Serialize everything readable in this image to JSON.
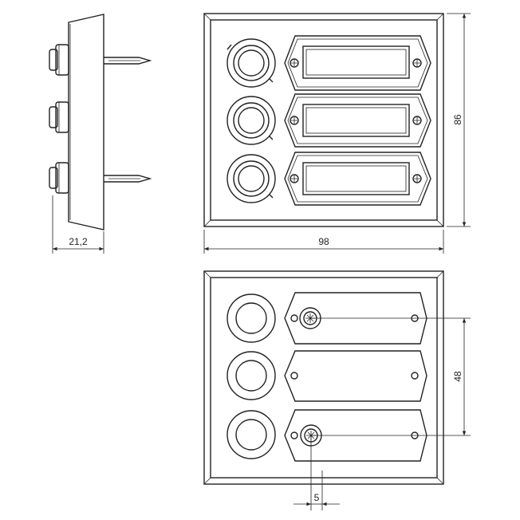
{
  "dimensions": {
    "depth": "21,2",
    "width": "98",
    "height": "86",
    "pitch": "48",
    "offset": "5"
  }
}
